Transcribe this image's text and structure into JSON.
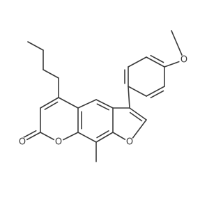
{
  "structure": {
    "atoms": [
      {
        "id": "o_methoxy",
        "label": "O"
      },
      {
        "id": "o_furan",
        "label": "O"
      },
      {
        "id": "o_pyranone_ring",
        "label": "O"
      },
      {
        "id": "o_carbonyl",
        "label": "O"
      }
    ],
    "colors": {
      "bond": "#3a3a3a",
      "background": "#ffffff"
    }
  }
}
